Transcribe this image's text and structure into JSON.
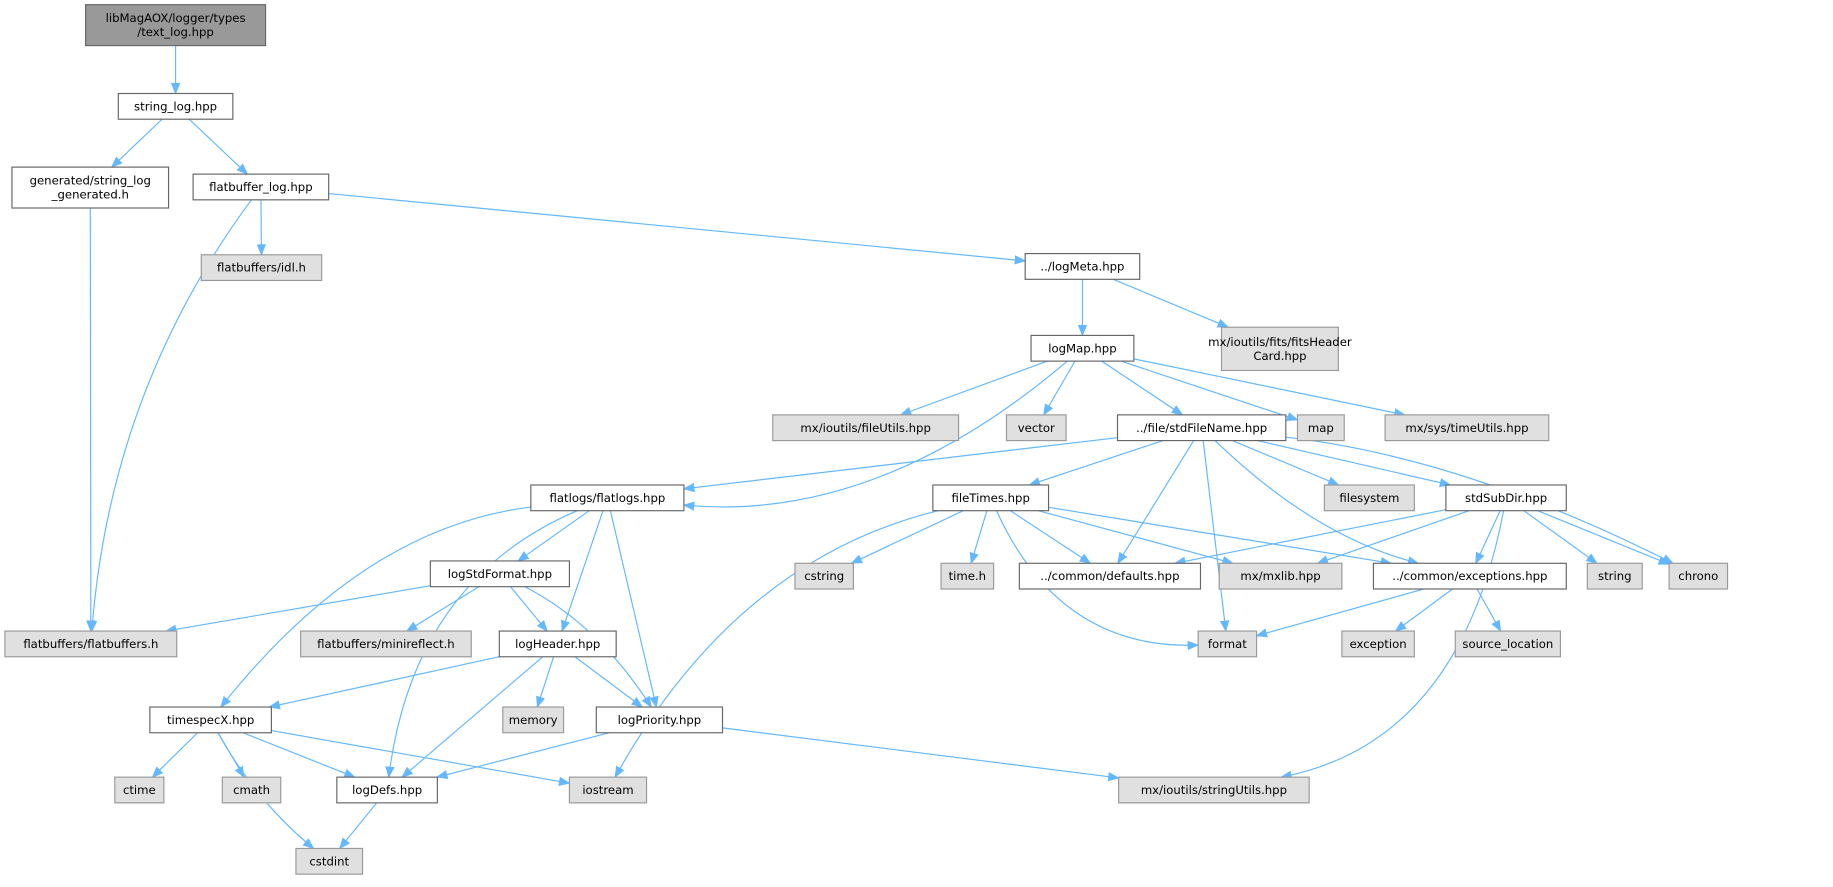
{
  "colors": {
    "edge": "#63b8ff",
    "root_fill": "#999999",
    "root_border": "#666666",
    "local_fill": "#ffffff",
    "local_border": "#666666",
    "external_fill": "#e0e0e0",
    "external_border": "#999999"
  },
  "nodes": [
    {
      "id": "text_log",
      "label": [
        "libMagAOX/logger/types",
        "/text_log.hpp"
      ],
      "kind": "root"
    },
    {
      "id": "string_log",
      "label": [
        "string_log.hpp"
      ],
      "kind": "local"
    },
    {
      "id": "generated",
      "label": [
        "generated/string_log",
        "_generated.h"
      ],
      "kind": "local"
    },
    {
      "id": "flatbuffer_log",
      "label": [
        "flatbuffer_log.hpp"
      ],
      "kind": "local"
    },
    {
      "id": "idl",
      "label": [
        "flatbuffers/idl.h"
      ],
      "kind": "external"
    },
    {
      "id": "logMeta",
      "label": [
        "../logMeta.hpp"
      ],
      "kind": "local"
    },
    {
      "id": "fits",
      "label": [
        "mx/ioutils/fits/fitsHeader",
        "Card.hpp"
      ],
      "kind": "external"
    },
    {
      "id": "logMap",
      "label": [
        "logMap.hpp"
      ],
      "kind": "local"
    },
    {
      "id": "fileUtils",
      "label": [
        "mx/ioutils/fileUtils.hpp"
      ],
      "kind": "external"
    },
    {
      "id": "vector",
      "label": [
        "vector"
      ],
      "kind": "external"
    },
    {
      "id": "stdFileName",
      "label": [
        "../file/stdFileName.hpp"
      ],
      "kind": "local"
    },
    {
      "id": "map",
      "label": [
        "map"
      ],
      "kind": "external"
    },
    {
      "id": "timeUtils",
      "label": [
        "mx/sys/timeUtils.hpp"
      ],
      "kind": "external"
    },
    {
      "id": "flatlogs",
      "label": [
        "flatlogs/flatlogs.hpp"
      ],
      "kind": "local"
    },
    {
      "id": "fileTimes",
      "label": [
        "fileTimes.hpp"
      ],
      "kind": "local"
    },
    {
      "id": "filesystem",
      "label": [
        "filesystem"
      ],
      "kind": "external"
    },
    {
      "id": "stdSubDir",
      "label": [
        "stdSubDir.hpp"
      ],
      "kind": "local"
    },
    {
      "id": "logStdFormat",
      "label": [
        "logStdFormat.hpp"
      ],
      "kind": "local"
    },
    {
      "id": "cstring",
      "label": [
        "cstring"
      ],
      "kind": "external"
    },
    {
      "id": "timeh",
      "label": [
        "time.h"
      ],
      "kind": "external"
    },
    {
      "id": "defaults",
      "label": [
        "../common/defaults.hpp"
      ],
      "kind": "local"
    },
    {
      "id": "mxlib",
      "label": [
        "mx/mxlib.hpp"
      ],
      "kind": "external"
    },
    {
      "id": "exceptions",
      "label": [
        "../common/exceptions.hpp"
      ],
      "kind": "local"
    },
    {
      "id": "string",
      "label": [
        "string"
      ],
      "kind": "external"
    },
    {
      "id": "chrono",
      "label": [
        "chrono"
      ],
      "kind": "external"
    },
    {
      "id": "flatbuffers",
      "label": [
        "flatbuffers/flatbuffers.h"
      ],
      "kind": "external"
    },
    {
      "id": "minireflect",
      "label": [
        "flatbuffers/minireflect.h"
      ],
      "kind": "external"
    },
    {
      "id": "logHeader",
      "label": [
        "logHeader.hpp"
      ],
      "kind": "local"
    },
    {
      "id": "format",
      "label": [
        "format"
      ],
      "kind": "external"
    },
    {
      "id": "exception",
      "label": [
        "exception"
      ],
      "kind": "external"
    },
    {
      "id": "source_location",
      "label": [
        "source_location"
      ],
      "kind": "external"
    },
    {
      "id": "memory",
      "label": [
        "memory"
      ],
      "kind": "external"
    },
    {
      "id": "timespecX",
      "label": [
        "timespecX.hpp"
      ],
      "kind": "local"
    },
    {
      "id": "logPriority",
      "label": [
        "logPriority.hpp"
      ],
      "kind": "local"
    },
    {
      "id": "ctime",
      "label": [
        "ctime"
      ],
      "kind": "external"
    },
    {
      "id": "cmath",
      "label": [
        "cmath"
      ],
      "kind": "external"
    },
    {
      "id": "logDefs",
      "label": [
        "logDefs.hpp"
      ],
      "kind": "local"
    },
    {
      "id": "iostream",
      "label": [
        "iostream"
      ],
      "kind": "external"
    },
    {
      "id": "stringUtils",
      "label": [
        "mx/ioutils/stringUtils.hpp"
      ],
      "kind": "external"
    },
    {
      "id": "cstdint",
      "label": [
        "cstdint"
      ],
      "kind": "external"
    }
  ],
  "edges": [
    [
      "text_log",
      "string_log"
    ],
    [
      "string_log",
      "generated"
    ],
    [
      "string_log",
      "flatbuffer_log"
    ],
    [
      "generated",
      "flatbuffers"
    ],
    [
      "flatbuffer_log",
      "flatbuffers"
    ],
    [
      "flatbuffer_log",
      "idl"
    ],
    [
      "flatbuffer_log",
      "logMeta"
    ],
    [
      "logMeta",
      "logMap"
    ],
    [
      "logMeta",
      "fits"
    ],
    [
      "logMap",
      "fileUtils"
    ],
    [
      "logMap",
      "vector"
    ],
    [
      "logMap",
      "stdFileName"
    ],
    [
      "logMap",
      "map"
    ],
    [
      "logMap",
      "timeUtils"
    ],
    [
      "logMap",
      "flatlogs"
    ],
    [
      "stdFileName",
      "flatlogs"
    ],
    [
      "stdFileName",
      "fileTimes"
    ],
    [
      "stdFileName",
      "defaults"
    ],
    [
      "stdFileName",
      "format"
    ],
    [
      "stdFileName",
      "exceptions"
    ],
    [
      "stdFileName",
      "filesystem"
    ],
    [
      "stdFileName",
      "stdSubDir"
    ],
    [
      "stdFileName",
      "chrono"
    ],
    [
      "fileTimes",
      "cstring"
    ],
    [
      "fileTimes",
      "timeh"
    ],
    [
      "fileTimes",
      "defaults"
    ],
    [
      "fileTimes",
      "mxlib"
    ],
    [
      "fileTimes",
      "exceptions"
    ],
    [
      "fileTimes",
      "format"
    ],
    [
      "fileTimes",
      "iostream"
    ],
    [
      "stdSubDir",
      "defaults"
    ],
    [
      "stdSubDir",
      "mxlib"
    ],
    [
      "stdSubDir",
      "exceptions"
    ],
    [
      "stdSubDir",
      "string"
    ],
    [
      "stdSubDir",
      "chrono"
    ],
    [
      "stdSubDir",
      "stringUtils"
    ],
    [
      "exceptions",
      "format"
    ],
    [
      "exceptions",
      "exception"
    ],
    [
      "exceptions",
      "source_location"
    ],
    [
      "flatlogs",
      "logStdFormat"
    ],
    [
      "flatlogs",
      "logHeader"
    ],
    [
      "flatlogs",
      "logPriority"
    ],
    [
      "flatlogs",
      "timespecX"
    ],
    [
      "flatlogs",
      "logDefs"
    ],
    [
      "logStdFormat",
      "flatbuffers"
    ],
    [
      "logStdFormat",
      "minireflect"
    ],
    [
      "logStdFormat",
      "logHeader"
    ],
    [
      "logStdFormat",
      "logPriority"
    ],
    [
      "logHeader",
      "timespecX"
    ],
    [
      "logHeader",
      "memory"
    ],
    [
      "logHeader",
      "logPriority"
    ],
    [
      "logHeader",
      "logDefs"
    ],
    [
      "timespecX",
      "ctime"
    ],
    [
      "timespecX",
      "cmath"
    ],
    [
      "timespecX",
      "cstdint"
    ],
    [
      "timespecX",
      "logDefs"
    ],
    [
      "timespecX",
      "iostream"
    ],
    [
      "logPriority",
      "logDefs"
    ],
    [
      "logPriority",
      "stringUtils"
    ],
    [
      "logDefs",
      "cstdint"
    ]
  ]
}
